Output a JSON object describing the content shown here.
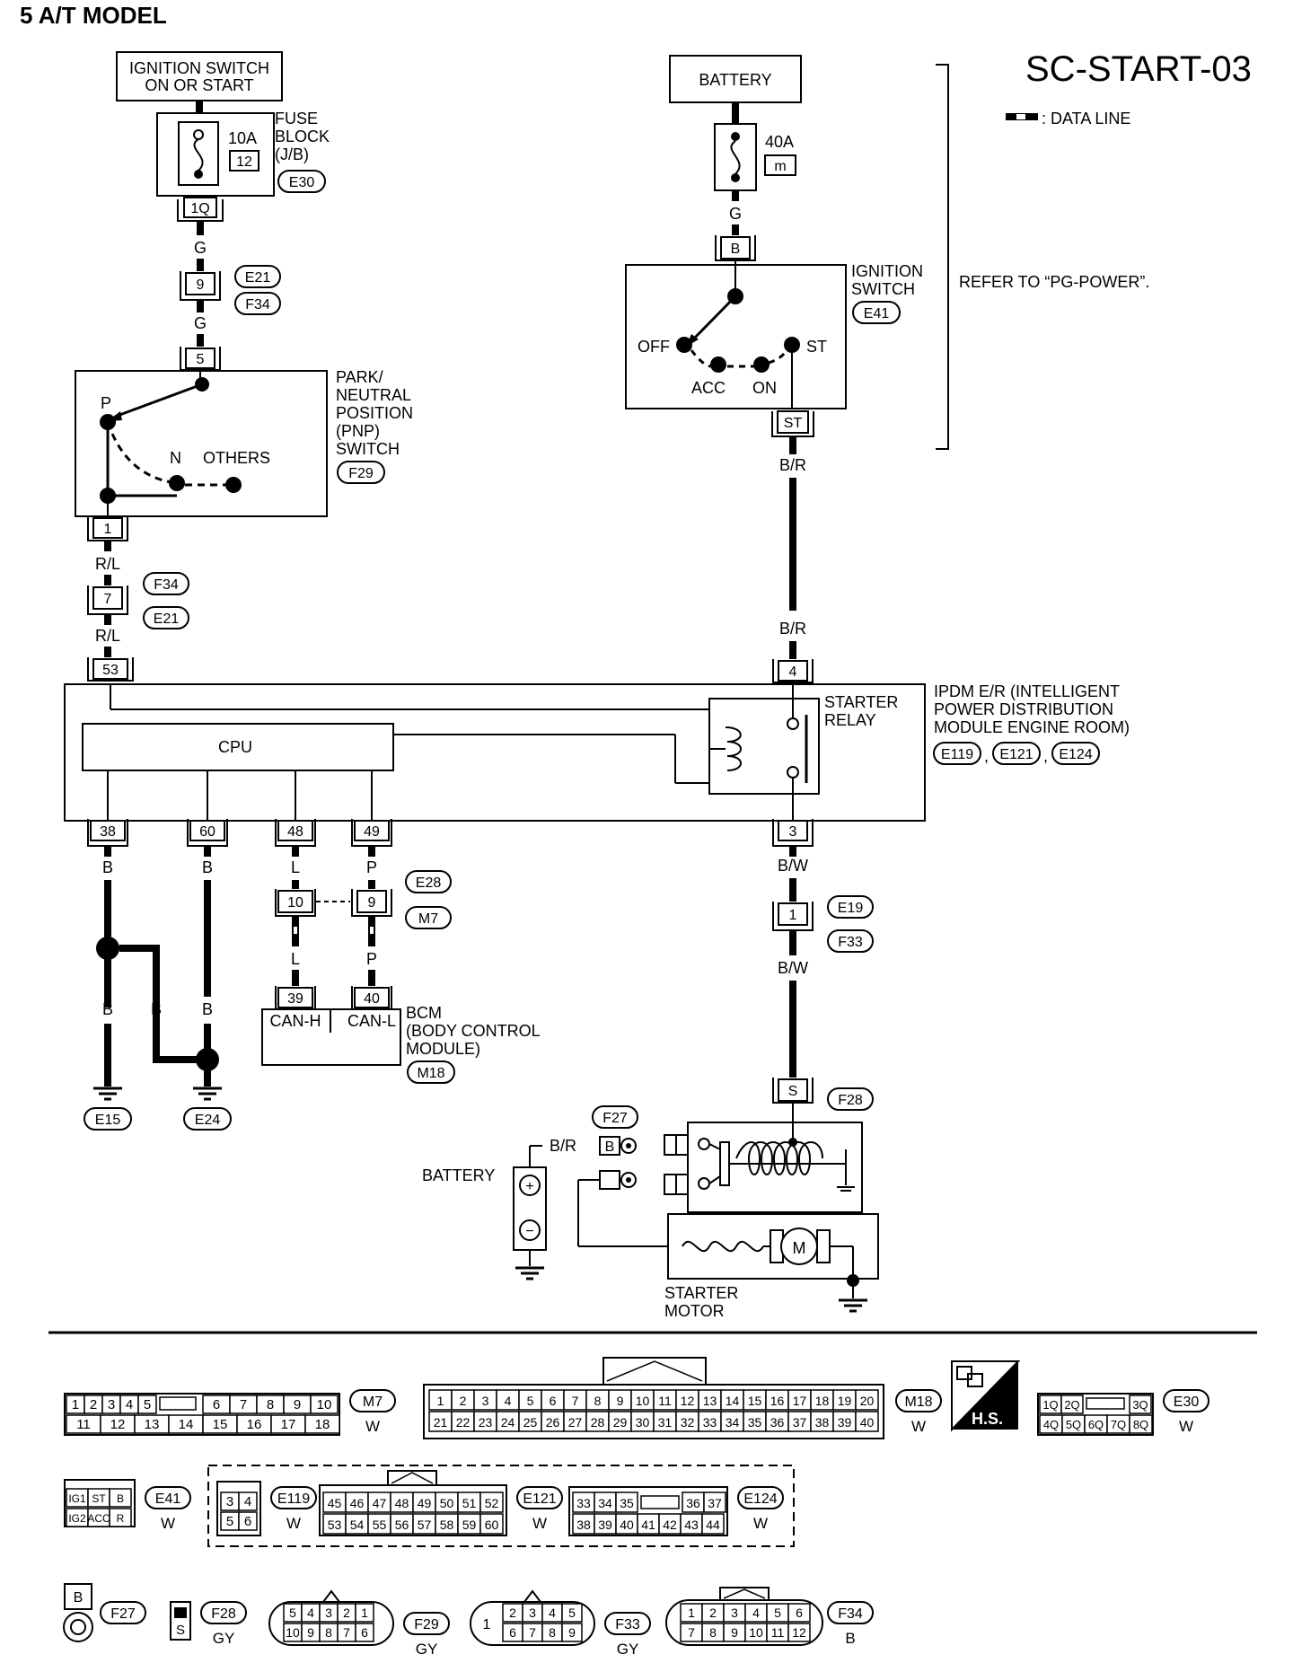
{
  "header": {
    "model": "5 A/T MODEL",
    "code": "SC-START-03"
  },
  "legend": {
    "data_line": ": DATA LINE"
  },
  "refer_note": "REFER TO “PG-POWER”.",
  "components": {
    "ignition_supply": "IGNITION SWITCH ON OR START",
    "fuse_block": {
      "name": "FUSE BLOCK (J/B)",
      "rating": "10A",
      "number": "12",
      "conn": "E30",
      "pin": "1Q"
    },
    "battery_top": "BATTERY",
    "fusible_link": {
      "rating": "40A",
      "letter": "m"
    },
    "ignition_switch": {
      "name": "IGNITION SWITCH",
      "conn": "E41",
      "pin_in": "B",
      "pin_out": "ST",
      "positions": [
        "OFF",
        "ACC",
        "ON",
        "ST"
      ]
    },
    "pnp_switch": {
      "name": "PARK/ NEUTRAL POSITION (PNP) SWITCH",
      "conn": "F29",
      "pin_in": "5",
      "pin_out": "1",
      "positions": [
        "P",
        "N",
        "OTHERS"
      ]
    },
    "ipdm": {
      "name": "IPDM E/R (INTELLIGENT POWER DISTRIBUTION MODULE ENGINE ROOM)",
      "conns": [
        "E119",
        "E121",
        "E124"
      ],
      "relay": "STARTER RELAY",
      "cpu": "CPU",
      "pins": [
        "53",
        "4",
        "38",
        "60",
        "48",
        "49",
        "3"
      ]
    },
    "bcm": {
      "name": "BCM (BODY CONTROL MODULE)",
      "conn": "M18",
      "pins": [
        "39",
        "40"
      ],
      "can_h": "CAN-H",
      "can_l": "CAN-L"
    },
    "starter_motor": {
      "name": "STARTER MOTOR",
      "conn_s": "F28",
      "conn_b": "F27",
      "pin_s": "S",
      "pin_b": "B"
    },
    "battery_bottom": "BATTERY"
  },
  "wires": {
    "g": "G",
    "rl": "R/L",
    "br": "B/R",
    "bw": "B/W",
    "b": "B",
    "l": "L",
    "p": "P"
  },
  "joints": {
    "e21_f34_pin": "9",
    "e21": "E21",
    "f34": "F34",
    "f34_e21_pin": "7",
    "e28_pin1": "10",
    "e28_pin2": "9",
    "e28": "E28",
    "m7": "M7",
    "e19_pin": "1",
    "e19": "E19",
    "f33": "F33"
  },
  "grounds": {
    "e15": "E15",
    "e24": "E24"
  },
  "connector_views": {
    "m7": {
      "id": "M7",
      "color": "W",
      "top": [
        "1",
        "2",
        "3",
        "4",
        "5",
        "6",
        "7",
        "8",
        "9",
        "10"
      ],
      "bottom": [
        "11",
        "12",
        "13",
        "14",
        "15",
        "16",
        "17",
        "18"
      ]
    },
    "m18": {
      "id": "M18",
      "color": "W",
      "top": [
        "1",
        "2",
        "3",
        "4",
        "5",
        "6",
        "7",
        "8",
        "9",
        "10",
        "11",
        "12",
        "13",
        "14",
        "15",
        "16",
        "17",
        "18",
        "19",
        "20"
      ],
      "bottom": [
        "21",
        "22",
        "23",
        "24",
        "25",
        "26",
        "27",
        "28",
        "29",
        "30",
        "31",
        "32",
        "33",
        "34",
        "35",
        "36",
        "37",
        "38",
        "39",
        "40"
      ]
    },
    "hs": "H.S.",
    "e30": {
      "id": "E30",
      "color": "W",
      "top": [
        "1Q",
        "2Q",
        "3Q"
      ],
      "bottom": [
        "4Q",
        "5Q",
        "6Q",
        "7Q",
        "8Q"
      ]
    },
    "e41": {
      "id": "E41",
      "color": "W",
      "top": [
        "IG1",
        "ST",
        "B"
      ],
      "bottom": [
        "IG2",
        "ACC",
        "R"
      ]
    },
    "e119": {
      "id": "E119",
      "color": "W",
      "top": [
        "3",
        "4"
      ],
      "bottom": [
        "5",
        "6"
      ]
    },
    "e121": {
      "id": "E121",
      "color": "W",
      "top": [
        "45",
        "46",
        "47",
        "48",
        "49",
        "50",
        "51",
        "52"
      ],
      "bottom": [
        "53",
        "54",
        "55",
        "56",
        "57",
        "58",
        "59",
        "60"
      ]
    },
    "e124": {
      "id": "E124",
      "color": "W",
      "top": [
        "33",
        "34",
        "35",
        "36",
        "37"
      ],
      "bottom": [
        "38",
        "39",
        "40",
        "41",
        "42",
        "43",
        "44"
      ]
    },
    "f27": {
      "id": "F27",
      "pin": "B"
    },
    "f28": {
      "id": "F28",
      "color": "GY",
      "pin": "S"
    },
    "f29": {
      "id": "F29",
      "color": "GY",
      "top": [
        "5",
        "4",
        "3",
        "2",
        "1"
      ],
      "bottom": [
        "10",
        "9",
        "8",
        "7",
        "6"
      ]
    },
    "f33": {
      "id": "F33",
      "color": "GY",
      "left": "1",
      "top": [
        "2",
        "3",
        "4",
        "5"
      ],
      "bottom": [
        "6",
        "7",
        "8",
        "9"
      ]
    },
    "f34": {
      "id": "F34",
      "color": "B",
      "top": [
        "1",
        "2",
        "3",
        "4",
        "5",
        "6"
      ],
      "bottom": [
        "7",
        "8",
        "9",
        "10",
        "11",
        "12"
      ]
    }
  }
}
